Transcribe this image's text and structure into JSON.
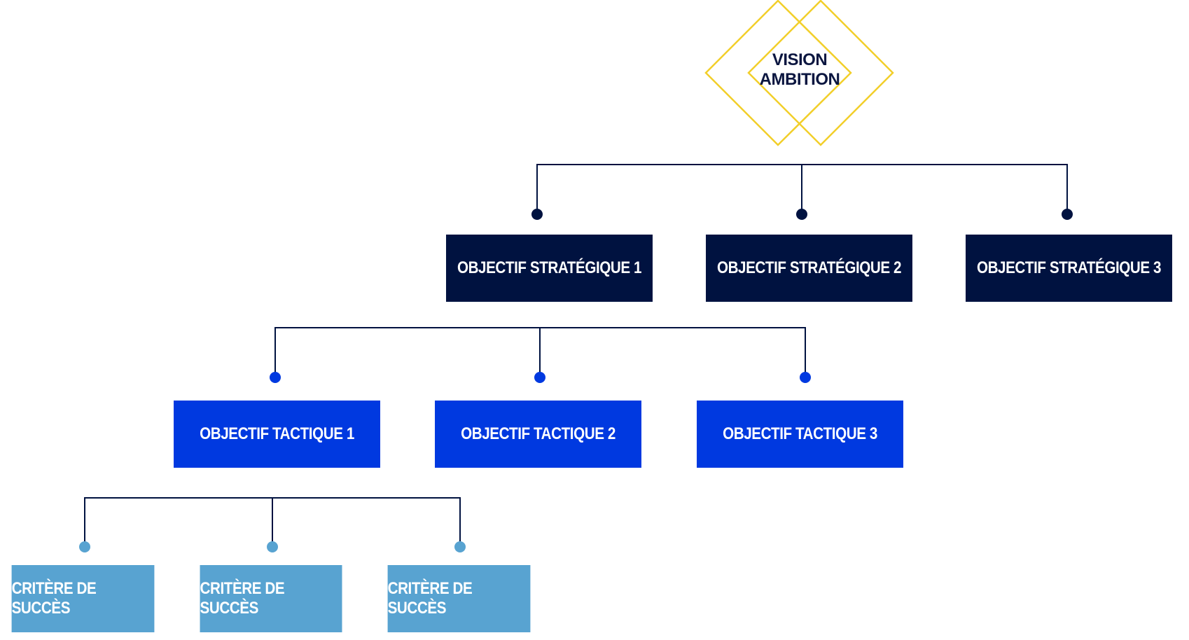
{
  "colors": {
    "vision_outline": "#f2cf2a",
    "vision_text": "#0b1640",
    "connector": "#001240",
    "strategic": "#001240",
    "tactical": "#0039e0",
    "criteria": "#58a3d1"
  },
  "vision": {
    "line1": "VISION",
    "line2": "AMBITION"
  },
  "strategic_objectives": [
    {
      "label": "OBJECTIF STRATÉGIQUE 1"
    },
    {
      "label": "OBJECTIF STRATÉGIQUE 2"
    },
    {
      "label": "OBJECTIF STRATÉGIQUE 3"
    }
  ],
  "tactical_objectives": [
    {
      "label": "OBJECTIF TACTIQUE 1"
    },
    {
      "label": "OBJECTIF TACTIQUE 2"
    },
    {
      "label": "OBJECTIF TACTIQUE 3"
    }
  ],
  "success_criteria": [
    {
      "label": "CRITÈRE DE SUCCÈS"
    },
    {
      "label": "CRITÈRE DE SUCCÈS"
    },
    {
      "label": "CRITÈRE DE SUCCÈS"
    }
  ]
}
